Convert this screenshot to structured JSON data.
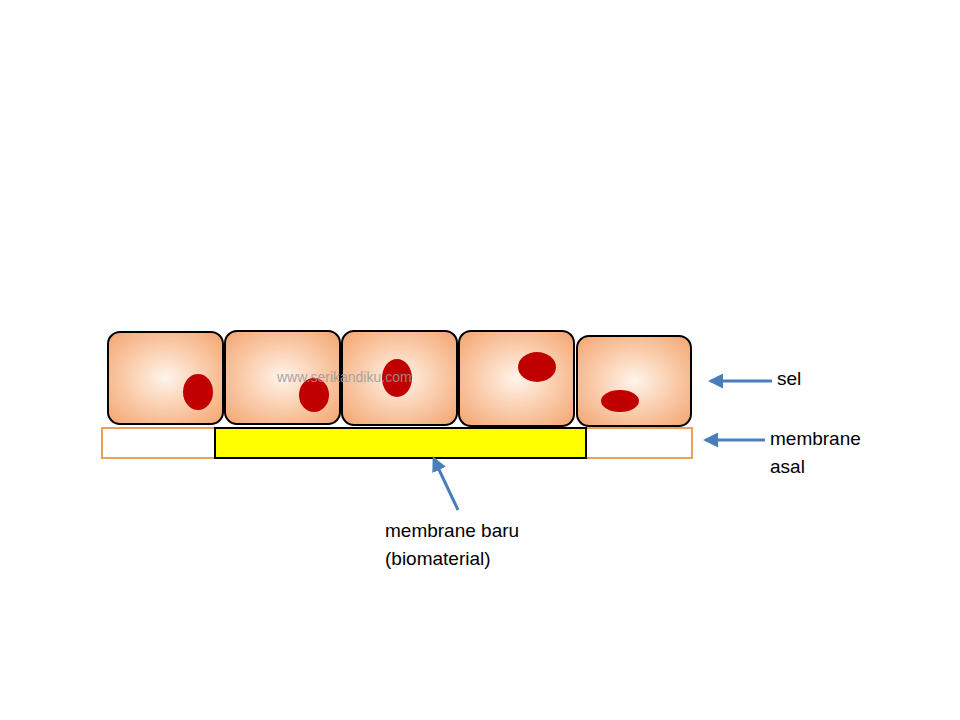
{
  "diagram": {
    "labels": [
      "www.serikandiku.com",
      "sel",
      "membrane asal",
      "membrane baru (biomaterial)"
    ]
  }
}
